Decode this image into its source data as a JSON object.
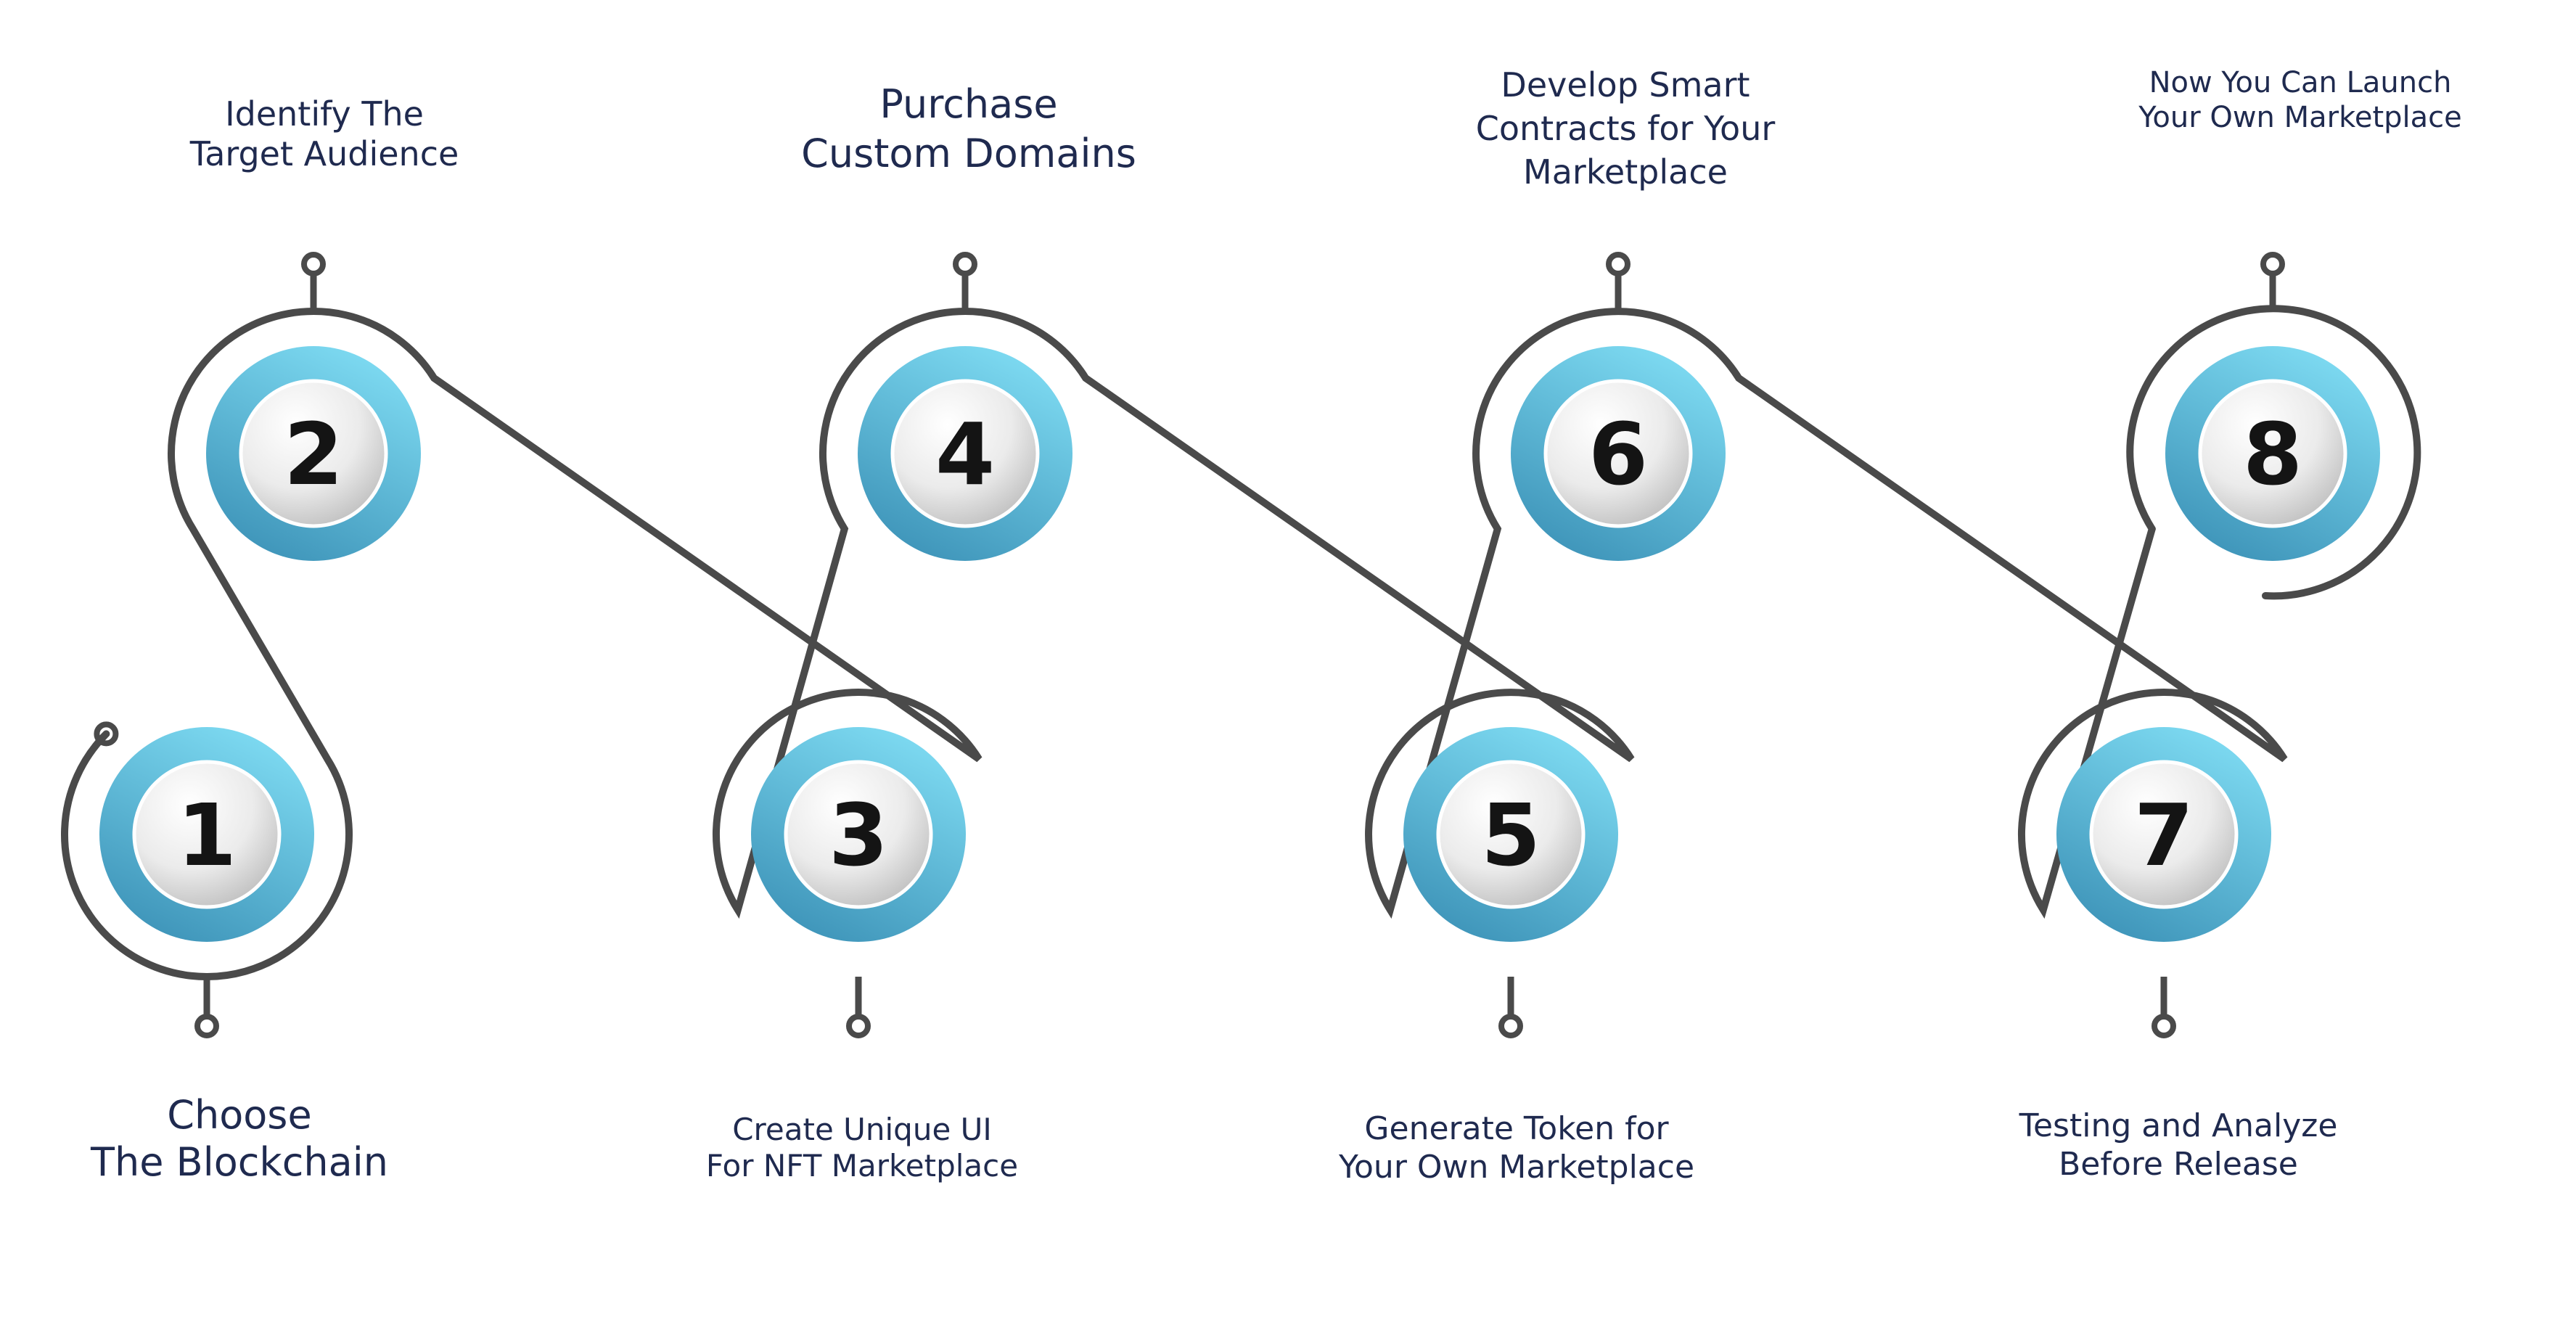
{
  "colors": {
    "path": "#4a4a4a",
    "ring_light": "#7fdcf3",
    "ring_dark": "#3d93b8",
    "disc_light": "#ffffff",
    "disc_dark": "#b9b9b9",
    "number": "#141414",
    "label": "#1f2a4f"
  },
  "steps": [
    {
      "number": "1",
      "lines": [
        "Choose",
        "The Blockchain"
      ]
    },
    {
      "number": "2",
      "lines": [
        "Identify The",
        "Target Audience"
      ]
    },
    {
      "number": "3",
      "lines": [
        "Create Unique UI",
        "For NFT Marketplace"
      ]
    },
    {
      "number": "4",
      "lines": [
        "Purchase",
        "Custom Domains"
      ]
    },
    {
      "number": "5",
      "lines": [
        "Generate Token for",
        "Your Own Marketplace"
      ]
    },
    {
      "number": "6",
      "lines": [
        "Develop Smart",
        "Contracts for Your",
        "Marketplace"
      ]
    },
    {
      "number": "7",
      "lines": [
        "Testing and Analyze",
        "Before Release"
      ]
    },
    {
      "number": "8",
      "lines": [
        "Now You Can Launch",
        "Your Own Marketplace"
      ]
    }
  ]
}
